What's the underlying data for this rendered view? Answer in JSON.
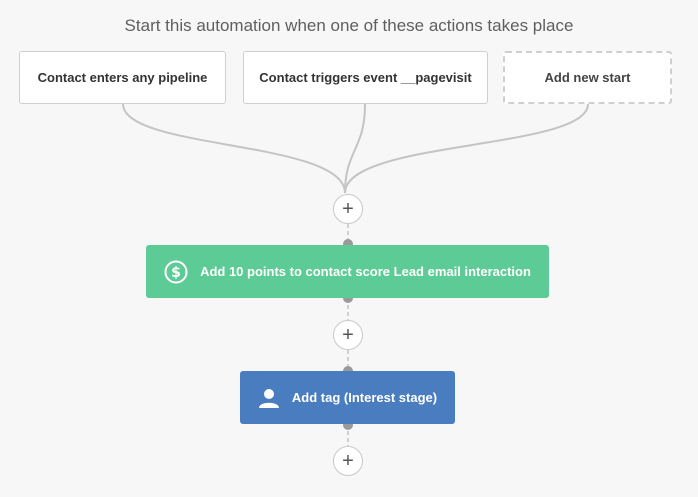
{
  "header": {
    "title": "Start this automation when one of these actions takes place"
  },
  "starts": [
    {
      "label": "Contact enters any pipeline"
    },
    {
      "label": "Contact triggers event __pagevisit"
    }
  ],
  "add_start": {
    "label": "Add new start"
  },
  "actions": [
    {
      "label": "Add 10 points to contact score Lead email interaction",
      "color": "#5ccb95",
      "icon": "dollar-circle-icon"
    },
    {
      "label": "Add tag (Interest stage)",
      "color": "#4a7cc0",
      "icon": "person-icon"
    }
  ],
  "add_step": {
    "symbol": "+"
  },
  "colors": {
    "connector": "#c4c4c4",
    "background": "#f7f7f7"
  }
}
